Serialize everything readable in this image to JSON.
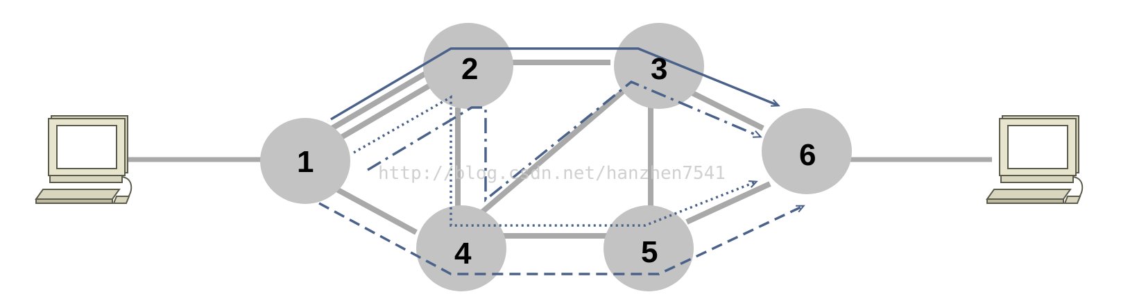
{
  "colors": {
    "node_fill": "#c3c3c3",
    "link_color": "#a9a9a9",
    "path_color": "#4a6289",
    "computer_body": "#d9d6bf",
    "computer_outline": "#5a5a4a",
    "screen": "#ffffff"
  },
  "nodes": [
    {
      "id": "1",
      "label": "1"
    },
    {
      "id": "2",
      "label": "2"
    },
    {
      "id": "3",
      "label": "3"
    },
    {
      "id": "4",
      "label": "4"
    },
    {
      "id": "5",
      "label": "5"
    },
    {
      "id": "6",
      "label": "6"
    }
  ],
  "links": [
    {
      "from": "1",
      "to": "2"
    },
    {
      "from": "1",
      "to": "4"
    },
    {
      "from": "2",
      "to": "3"
    },
    {
      "from": "2",
      "to": "4"
    },
    {
      "from": "3",
      "to": "4"
    },
    {
      "from": "3",
      "to": "5"
    },
    {
      "from": "3",
      "to": "6"
    },
    {
      "from": "4",
      "to": "5"
    },
    {
      "from": "5",
      "to": "6"
    }
  ],
  "paths": [
    {
      "style": "solid",
      "route": [
        "1",
        "2",
        "3",
        "6"
      ]
    },
    {
      "style": "dotted",
      "route": [
        "1",
        "2",
        "4",
        "5",
        "6"
      ]
    },
    {
      "style": "dash-dot",
      "route": [
        "1",
        "2",
        "4",
        "3",
        "6"
      ]
    },
    {
      "style": "dashed",
      "route": [
        "1",
        "4",
        "5",
        "6"
      ]
    }
  ],
  "hosts": [
    {
      "id": "source",
      "icon": "desktop-computer-icon"
    },
    {
      "id": "destination",
      "icon": "desktop-computer-icon"
    }
  ],
  "watermark": "http://blog.csdn.net/hanzhen7541"
}
